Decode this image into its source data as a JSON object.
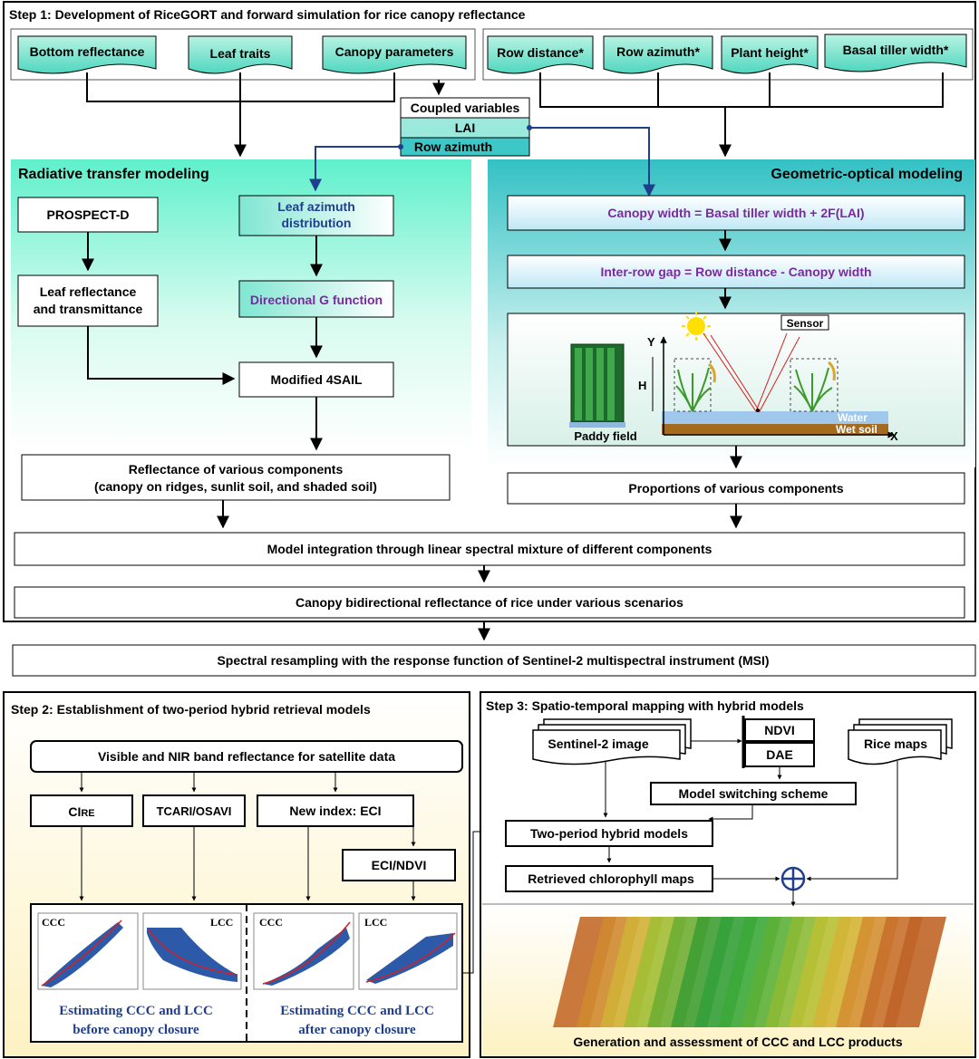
{
  "step1": {
    "title": "Step 1:  Development of RiceGORT and forward simulation for rice canopy reflectance",
    "inputs_left": [
      "Bottom reflectance",
      "Leaf traits",
      "Canopy parameters"
    ],
    "inputs_right": [
      "Row distance*",
      "Row azimuth*",
      "Plant height*",
      "Basal tiller width*"
    ],
    "coupled": {
      "title": "Coupled variables",
      "var1": "LAI",
      "var2": "Row azimuth"
    },
    "rt": {
      "title": "Radiative transfer modeling",
      "prospect": "PROSPECT-D",
      "leaf_rt": [
        "Leaf reflectance",
        "and transmittance"
      ],
      "leaf_az": [
        "Leaf azimuth",
        "distribution"
      ],
      "g_func": "Directional G function",
      "sail": "Modified 4SAIL",
      "refl": [
        "Reflectance of various components",
        "(canopy on ridges, sunlit soil, and shaded soil)"
      ]
    },
    "go": {
      "title": "Geometric-optical modeling",
      "canopy_width": "Canopy width = Basal tiller width + 2F(LAI)",
      "gap": "Inter-row gap = Row distance - Canopy width",
      "scene": {
        "sensor": "Sensor",
        "y": "Y",
        "h": "H",
        "x": "X",
        "water": "Water",
        "wet_soil": "Wet soil",
        "paddy": "Paddy field"
      },
      "proportions": "Proportions of various components"
    },
    "integration": "Model integration through linear spectral mixture of different components",
    "bidirectional": "Canopy bidirectional reflectance of rice under various scenarios"
  },
  "resampling": "Spectral resampling with the response function of Sentinel-2 multispectral instrument (MSI)",
  "step2": {
    "title": "Step 2: Establishment of two-period hybrid retrieval models",
    "visnir": "Visible and NIR band reflectance for satellite data",
    "ci_main": "CI",
    "ci_sub": "RE",
    "tcari": "TCARI/OSAVI",
    "eci": "New index: ECI",
    "eci_ndvi": "ECI/NDVI",
    "plot_labels": [
      "CCC",
      "LCC",
      "CCC",
      "LCC"
    ],
    "before": [
      "Estimating CCC and LCC",
      "before canopy closure"
    ],
    "after": [
      "Estimating CCC and LCC",
      "after canopy closure"
    ]
  },
  "step3": {
    "title": "Step 3: Spatio-temporal mapping with hybrid models",
    "sentinel": "Sentinel-2 image",
    "ndvi": "NDVI",
    "dae": "DAE",
    "rice_maps": "Rice maps",
    "switching": "Model switching scheme",
    "hybrid": "Two-period hybrid models",
    "retrieved": "Retrieved chlorophyll maps",
    "products": "Generation and assessment of CCC and LCC products"
  },
  "colors": {
    "teal": "#4dd6c0",
    "teal_light": "#b8f5e6",
    "rt_panel": "#5fe8c6",
    "go_panel": "#3fc6c6",
    "arrow_blue": "#1f3f8c",
    "purple_text": "#7a2a9c",
    "step_yellow": "#fdf6d0"
  }
}
